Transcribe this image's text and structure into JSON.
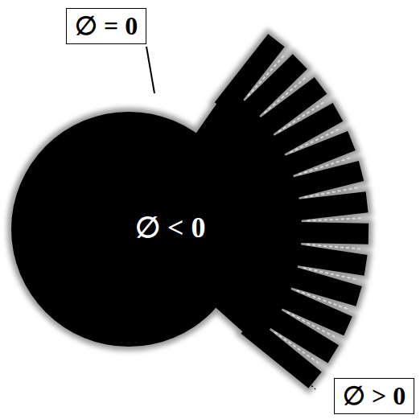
{
  "diagram": {
    "nodes": [
      {
        "text": [
          "∅ = 0"
        ]
      },
      {
        "text": [
          "∅ > 0"
        ]
      }
    ],
    "labels": [
      "∅ < 0"
    ]
  }
}
